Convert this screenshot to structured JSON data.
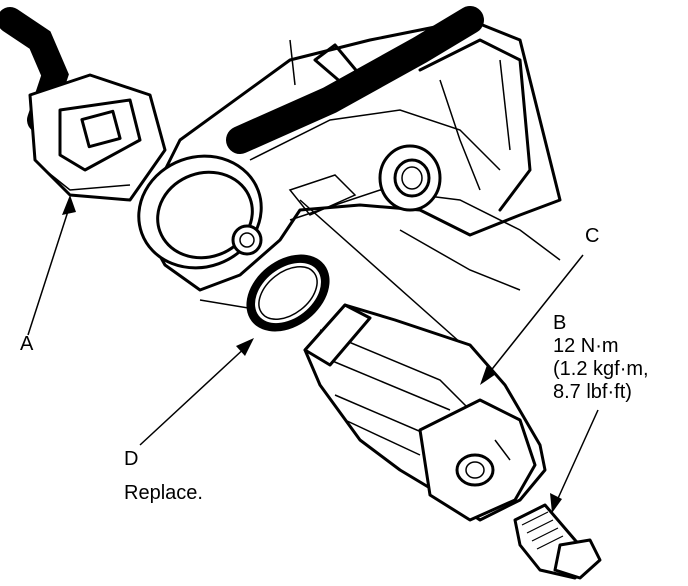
{
  "labels": {
    "a": "A",
    "b": "B",
    "c": "C",
    "d": "D"
  },
  "torque": {
    "line1": "12 N·m",
    "line2": "(1.2 kgf·m,",
    "line3": "8.7 lbf·ft)"
  },
  "note": "Replace."
}
